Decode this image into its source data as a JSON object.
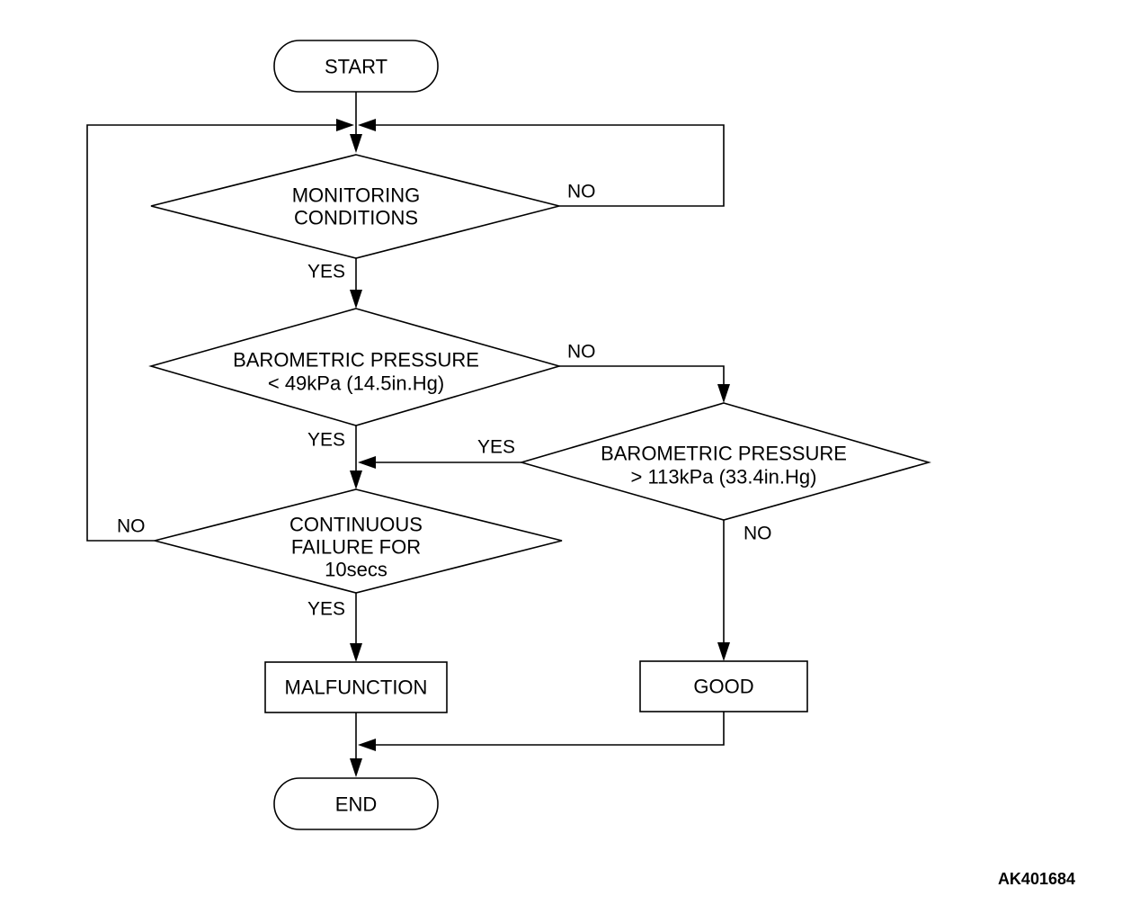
{
  "nodes": {
    "start": "START",
    "monitoring": [
      "MONITORING",
      "CONDITIONS"
    ],
    "baro_low": [
      "BAROMETRIC PRESSURE",
      "< 49kPa (14.5in.Hg)"
    ],
    "baro_high": [
      "BAROMETRIC PRESSURE",
      "> 113kPa (33.4in.Hg)"
    ],
    "continuous": [
      "CONTINUOUS",
      "FAILURE FOR",
      "10secs"
    ],
    "malfunction": "MALFUNCTION",
    "good": "GOOD",
    "end": "END"
  },
  "edges": {
    "monitoring_no": "NO",
    "monitoring_yes": "YES",
    "baro_low_no": "NO",
    "baro_low_yes": "YES",
    "baro_high_yes": "YES",
    "baro_high_no": "NO",
    "continuous_no": "NO",
    "continuous_yes": "YES"
  },
  "figure_id": "AK401684"
}
